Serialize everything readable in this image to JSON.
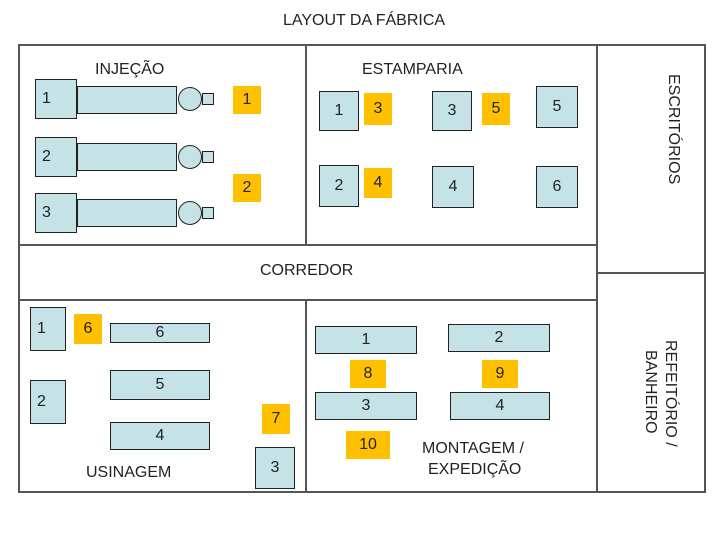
{
  "title": "LAYOUT DA FÁBRICA",
  "areas": {
    "injecao": "INJEÇÃO",
    "estamparia": "ESTAMPARIA",
    "escritorios": "ESCRITÓRIOS",
    "corredor": "CORREDOR",
    "usinagem": "USINAGEM",
    "montagem_line1": "MONTAGEM /",
    "montagem_line2": "EXPEDIÇÃO",
    "refeitorio_line1": "REFEITÓRIO /",
    "refeitorio_line2": "BANHEIRO"
  },
  "injecao_machines": [
    "1",
    "2",
    "3"
  ],
  "injecao_tags": [
    "1",
    "2"
  ],
  "estamparia_machines": [
    "1",
    "3",
    "5",
    "2",
    "4",
    "6"
  ],
  "estamparia_tags": [
    "3",
    "5",
    "4"
  ],
  "usinagem_machines": [
    "1",
    "2",
    "6",
    "5",
    "4",
    "3"
  ],
  "usinagem_tags": [
    "6",
    "7"
  ],
  "montagem_stations": [
    "1",
    "2",
    "3",
    "4"
  ],
  "montagem_tags": [
    "8",
    "9",
    "10"
  ],
  "colors": {
    "machine": "#c5e3e6",
    "tag": "#ffc000",
    "line": "#555555"
  }
}
